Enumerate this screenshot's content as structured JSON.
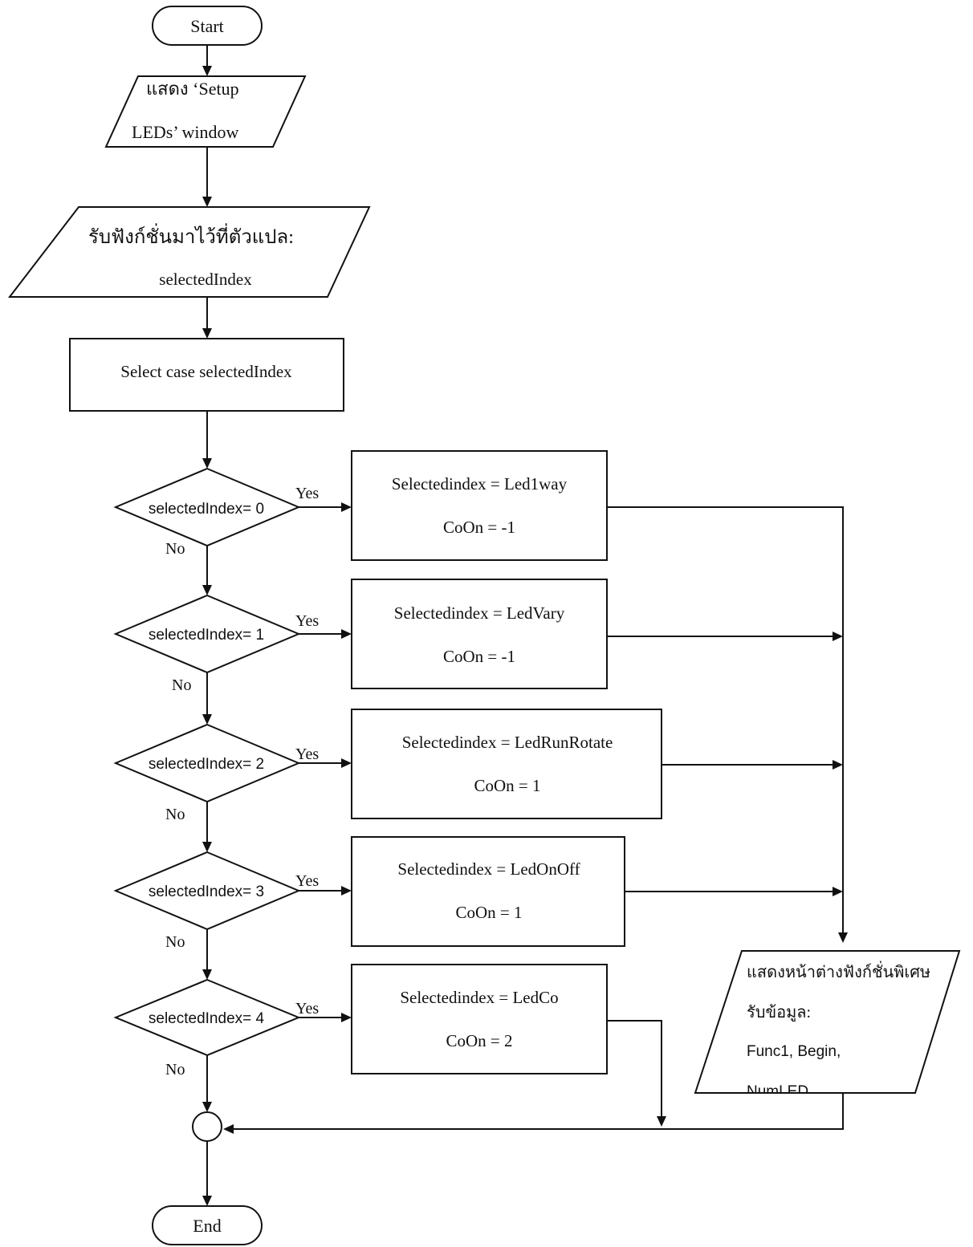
{
  "colors": {
    "line": "#111111",
    "background": "#ffffff"
  },
  "start": {
    "label": "Start"
  },
  "end": {
    "label": "End"
  },
  "io_setup": {
    "line1": "แสดง ‘Setup",
    "line2": "LEDs’ window"
  },
  "io_receive": {
    "line1": "รับฟังก์ชั่นมาไว้ที่ตัวแปล:",
    "line2": "selectedIndex"
  },
  "select_case": {
    "label": "Select case selectedIndex"
  },
  "decisions": [
    {
      "cond": "selectedIndex= 0",
      "yes": "Yes",
      "no": "No"
    },
    {
      "cond": "selectedIndex= 1",
      "yes": "Yes",
      "no": "No"
    },
    {
      "cond": "selectedIndex= 2",
      "yes": "Yes",
      "no": "No"
    },
    {
      "cond": "selectedIndex= 3",
      "yes": "Yes",
      "no": "No"
    },
    {
      "cond": "selectedIndex= 4",
      "yes": "Yes",
      "no": "No"
    }
  ],
  "actions": [
    {
      "line1": "Selectedindex = Led1way",
      "line2": "CoOn = -1"
    },
    {
      "line1": "Selectedindex = LedVary",
      "line2": "CoOn = -1"
    },
    {
      "line1": "Selectedindex = LedRunRotate",
      "line2": "CoOn = 1"
    },
    {
      "line1": "Selectedindex = LedOnOff",
      "line2": "CoOn = 1"
    },
    {
      "line1": "Selectedindex = LedCo",
      "line2": "CoOn = 2"
    }
  ],
  "io_special": {
    "line1": "แสดงหน้าต่างฟังก์ชั่นพิเศษ",
    "line2": "รับข้อมูล:",
    "line3": "Func1, Begin,",
    "line4": "NumLED"
  }
}
